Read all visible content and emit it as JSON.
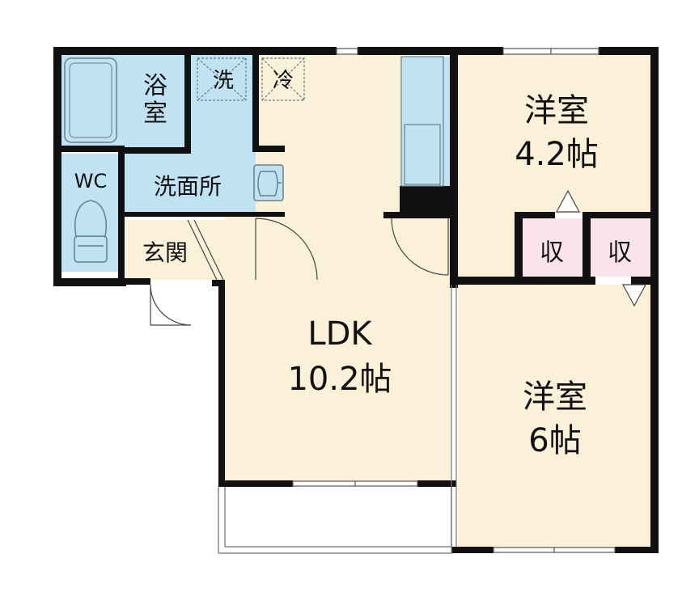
{
  "labels": {
    "bath": "浴室",
    "bath_line1": "浴",
    "bath_line2": "室",
    "washer": "洗",
    "fridge": "冷",
    "wc": "WC",
    "washroom": "洗面所",
    "entrance": "玄関",
    "ldk_name": "LDK",
    "ldk_size": "10.2帖",
    "room1_name": "洋室",
    "room1_size": "4.2帖",
    "room2_name": "洋室",
    "room2_size": "6帖",
    "closet1": "収",
    "closet2": "収"
  },
  "colors": {
    "wall": "#111111",
    "wet_area": "#bfe3f2",
    "floor": "#fbf1d8",
    "closet": "#fbe3ea",
    "balcony": "#ffffff",
    "fixture_stroke": "#6a7f8a",
    "thin_line": "#888888"
  }
}
